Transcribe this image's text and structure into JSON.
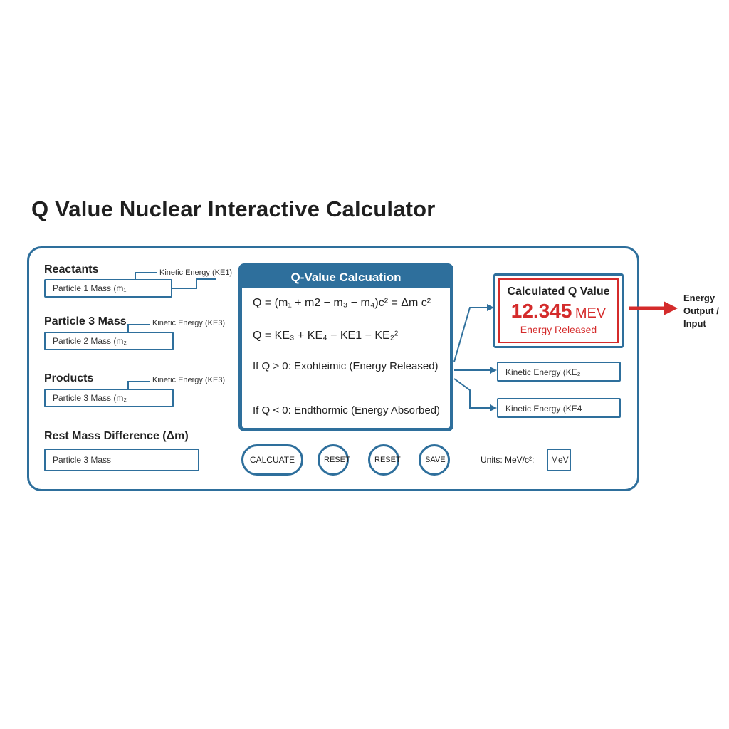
{
  "title": "Q Value Nuclear Interactive Calculator",
  "reactants": {
    "label": "Reactants",
    "ke_label": "Kinetic Energy (KE1)",
    "field": "Particle 1 Mass (m₁"
  },
  "particle3": {
    "label": "Particle 3 Mass",
    "ke_label": "Kinetic Energy (KE3)",
    "field": "Particle 2 Mass (m₂"
  },
  "products": {
    "label": "Products",
    "ke_label": "Kinetic Energy (KE3)",
    "field": "Particle 3 Mass (m₂"
  },
  "rest_mass": {
    "label": "Rest Mass Difference (Δm)",
    "field": "Particle 3 Mass"
  },
  "formula": {
    "heading": "Q-Value Calcuation",
    "line1": "Q = (m₁ + m2 − m₃ − m₄)c² = Δm c²",
    "line2": "Q = KE₃ + KE₄ − KE1 − KE₂²",
    "line3": "If Q > 0: Exohteimic (Energy Released)",
    "line4": "If Q < 0: Endthormic (Energy Absorbed)"
  },
  "result": {
    "heading": "Calculated Q Value",
    "value": "12.345",
    "unit": "MEV",
    "status": "Energy Released"
  },
  "outputs": {
    "ke2": "Kinetic Energy (KE₂",
    "ke4": "Kinetic Energy (KE4"
  },
  "side_note": {
    "line1": "Energy",
    "line2": "Output /",
    "line3": "Input"
  },
  "buttons": {
    "calculate": "CALCUATE",
    "reset1": "RESET",
    "reset2": "RESET",
    "save": "SAVE"
  },
  "units": {
    "label": "Units: MeV/c²;",
    "value": "MeV"
  },
  "colors": {
    "accent": "#2e6f9c",
    "result_red": "#d42b2b"
  }
}
